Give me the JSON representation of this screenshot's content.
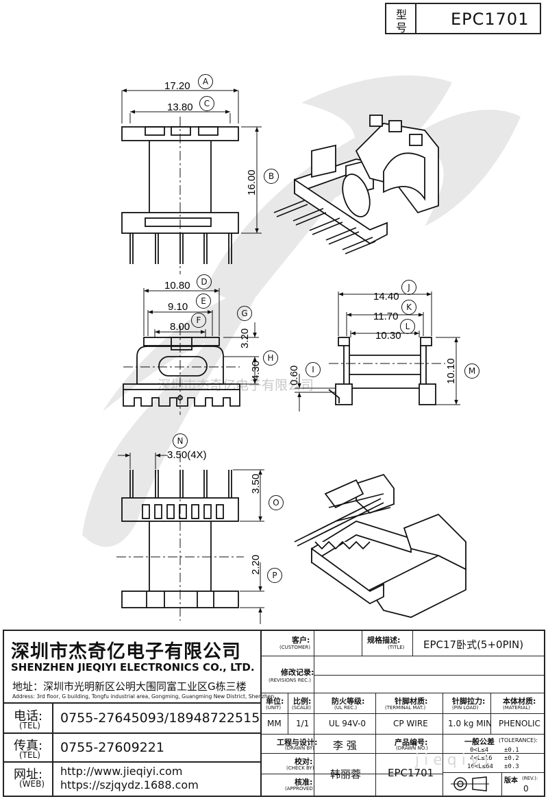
{
  "header": {
    "model_label_1": "型",
    "model_label_2": "号",
    "model_value": "EPC1701"
  },
  "watermark": {
    "text": "深圳市杰奇亿电子有限公司",
    "url_text": "j i e q i y i"
  },
  "dims": {
    "A": "17.20",
    "C": "13.80",
    "B": "16.00",
    "D": "10.80",
    "E": "9.10",
    "F": "8.00",
    "G": "3.20",
    "H": "4.30",
    "J": "14.40",
    "K": "11.70",
    "L": "10.30",
    "I": "0.60",
    "M": "10.10",
    "N": "3.50(4X)",
    "O": "3.50",
    "P": "2.20"
  },
  "letters": {
    "A": "A",
    "B": "B",
    "C": "C",
    "D": "D",
    "E": "E",
    "F": "F",
    "G": "G",
    "H": "H",
    "I": "I",
    "J": "J",
    "K": "K",
    "L": "L",
    "M": "M",
    "N": "N",
    "O": "O",
    "P": "P"
  },
  "company": {
    "name_cn": "深圳市杰奇亿电子有限公司",
    "name_en": "SHENZHEN JIEQIYI ELECTRONICS CO., LTD.",
    "address_cn": "地址：深圳市光明新区公明大围同富工业区G栋三楼",
    "address_en": "Address: 3rd floor, G building, Tongfu industrial area, Gongming, Guangming New District, Shenzhen.",
    "tel_label": "电话:",
    "tel_label_en": "(TEL)",
    "tel": "0755-27645093/18948722515",
    "fax_label": "传真:",
    "fax_label_en": "(TEL)",
    "fax": "0755-27609221",
    "web_label": "网址:",
    "web_label_en": "(WEB)",
    "web1": "http://www.jieqiyi.com",
    "web2": "https://szjqydz.1688.com"
  },
  "titleblock": {
    "customer_label": "客户:",
    "customer_label_en": "(CUSTOMER)",
    "title_label": "规格描述:",
    "title_label_en": "(TITLE)",
    "title_value": "EPC17卧式(5+0PIN)",
    "rev_label": "修改记录:",
    "rev_label_en": "(REVISIONS REC.)",
    "unit_label": "单位:",
    "unit_label_en": "(UNIT)",
    "unit_value": "MM",
    "scale_label": "比例:",
    "scale_label_en": "(SCALE)",
    "scale_value": "1/1",
    "ul_label": "防火等级:",
    "ul_label_en": "(UL REC.)",
    "ul_value": "UL 94V-0",
    "term_label": "针脚材质:",
    "term_label_en": "(TERMINAL MAT.)",
    "term_value": "CP WIRE",
    "pin_label": "针脚拉力:",
    "pin_label_en": "(PIN LOAD)",
    "pin_value": "1.0 kg MIN",
    "mat_label": "本体材质:",
    "mat_label_en": "(MATERIAL)",
    "mat_value": "PHENOLIC",
    "drawn_label": "工程与设计:",
    "drawn_label_en": "(DRAWN BY)",
    "drawn_value": "李  强",
    "drawno_label": "产品编号:",
    "drawno_label_en": "(DRAWN NO.)",
    "drawno_value": "EPC1701",
    "check_label": "校对:",
    "check_label_en": "(CHECK BY)",
    "check_value": "韩丽蓉",
    "appr_label": "核准:",
    "appr_label_en": "(APPROVED)",
    "tol_label": "一般公差",
    "tol_label_en": "(TOLERANCE):",
    "tol": [
      {
        "range": "0<L≤4",
        "value": "±0.1"
      },
      {
        "range": "4<L≤16",
        "value": "±0.2"
      },
      {
        "range": "16<L≤64",
        "value": "±0.3"
      }
    ],
    "ver_label": "版本",
    "ver_label_en": "(REV.):",
    "ver_value": "0"
  }
}
